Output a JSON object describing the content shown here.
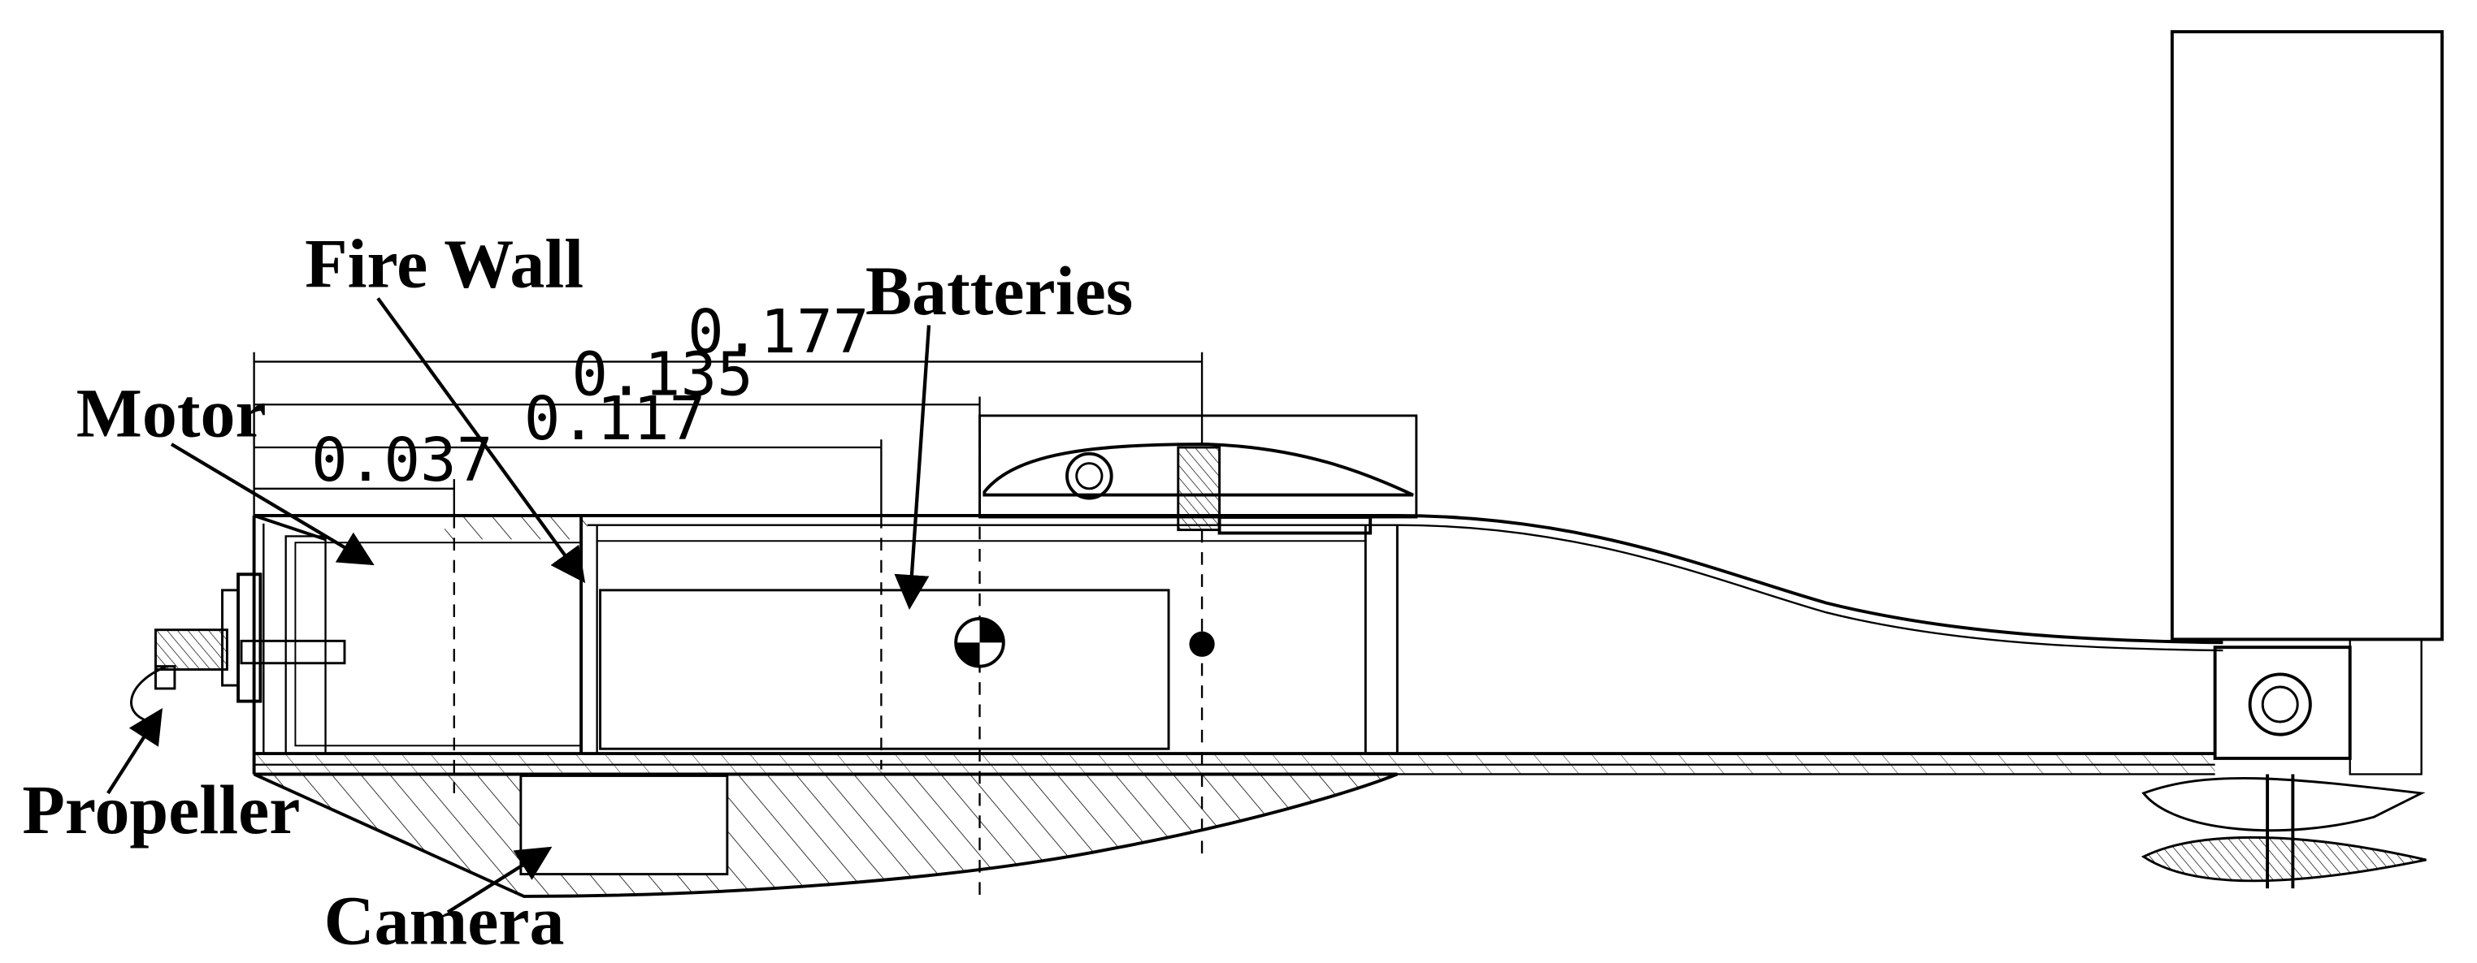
{
  "labels": {
    "fire_wall": "Fire Wall",
    "batteries": "Batteries",
    "motor": "Motor",
    "propeller": "Propeller",
    "camera": "Camera"
  },
  "dimensions": {
    "d1": "0.177",
    "d2": "0.135",
    "d3": "0.117",
    "d4": "0.037"
  }
}
